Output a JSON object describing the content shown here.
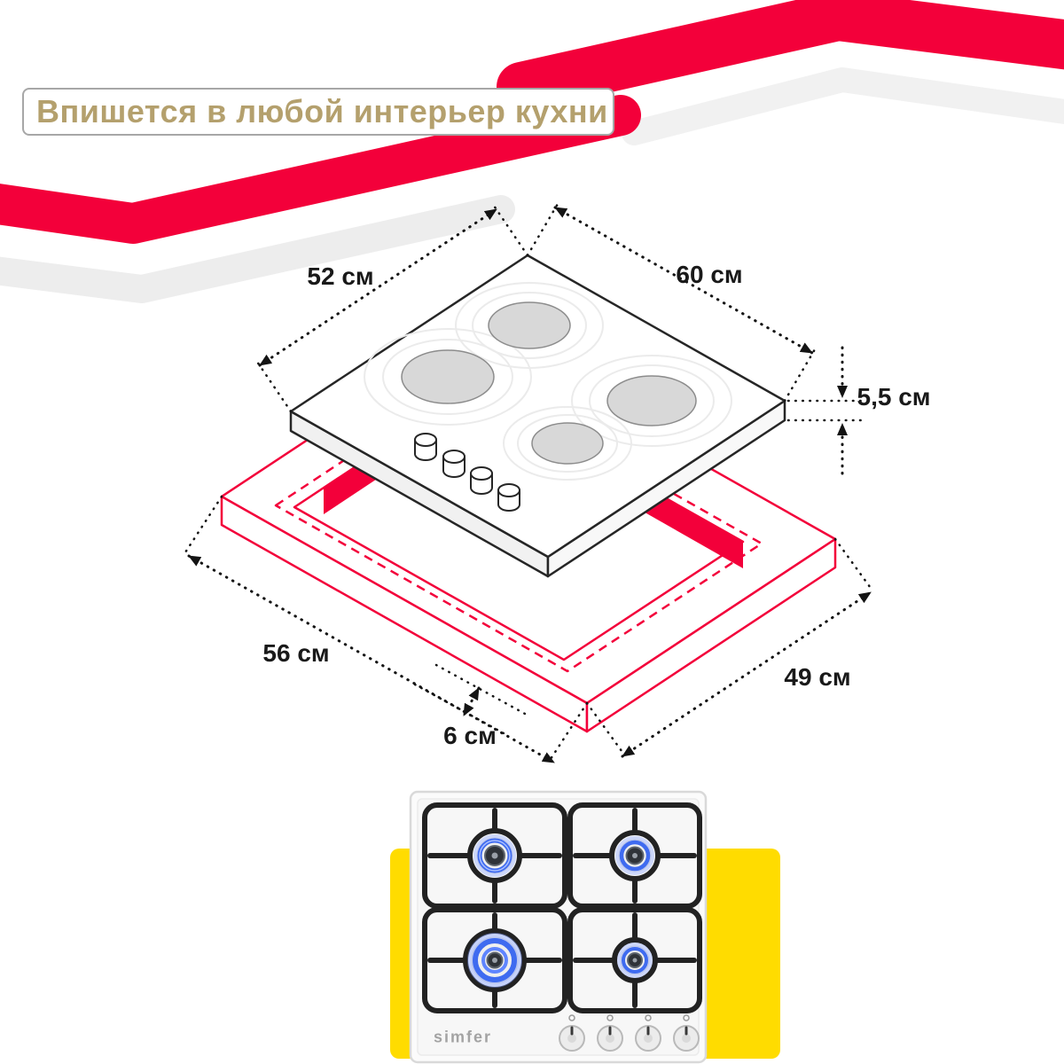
{
  "header": {
    "title": "Впишется в любой интерьер кухни"
  },
  "diagram": {
    "hob": {
      "depth_label": "52 см",
      "width_label": "60 см",
      "height_label": "5,5 см"
    },
    "cutout": {
      "width_label": "56 см",
      "depth_label": "49 см",
      "edge_gap_label": "6 см"
    }
  },
  "photo": {
    "brand_logo": "simfer"
  },
  "colors": {
    "accent_red": "#F3003A",
    "title_gold": "#B4A06D",
    "highlight_yellow": "#FFDC00",
    "flame_blue": "#3F6BF0"
  }
}
